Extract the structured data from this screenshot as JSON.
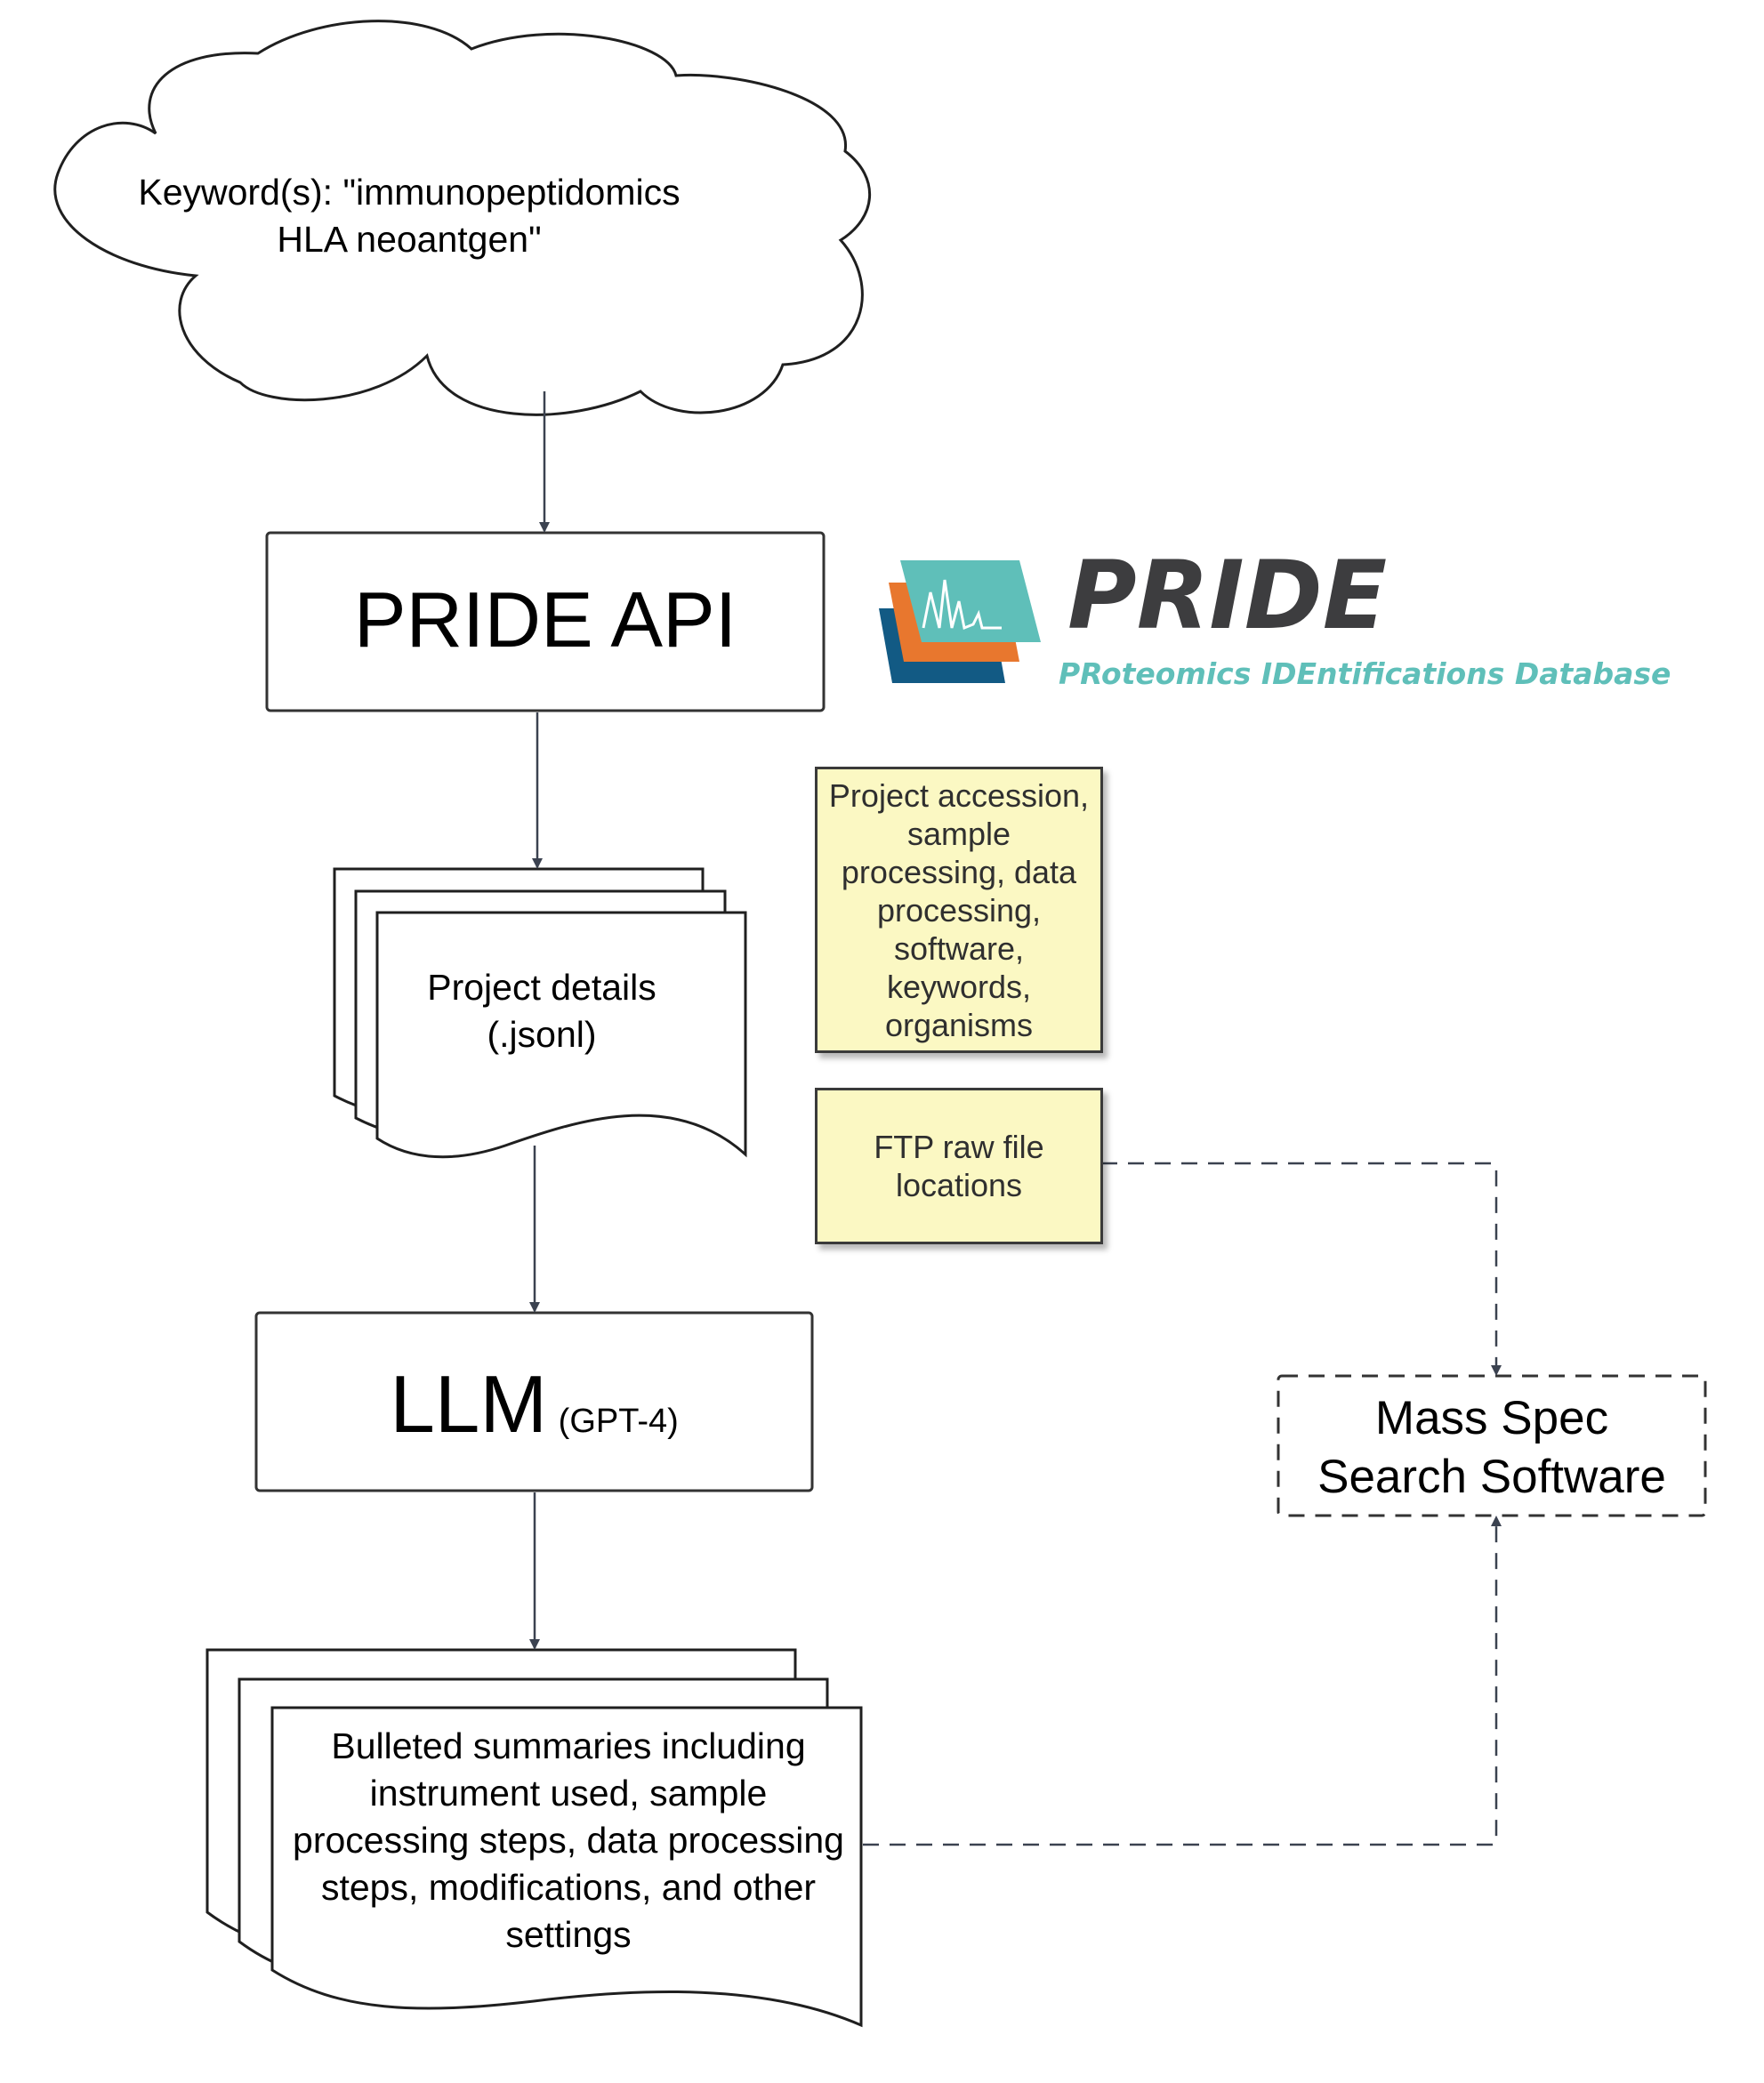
{
  "diagram": {
    "keyword_cloud": {
      "text": "Keyword(s): \"immunopeptidomics HLA neoantgen\""
    },
    "pride_api": {
      "label": "PRIDE API"
    },
    "pride_logo": {
      "name": "PRIDE",
      "tagline": "PRoteomics IDEntifications Database",
      "colors": {
        "teal": "#5fbfb9",
        "orange": "#e8772e",
        "blue": "#125a84",
        "dark": "#3d3d3f"
      }
    },
    "project_details": {
      "line1": "Project details",
      "line2": "(.jsonl)"
    },
    "metadata_note": {
      "text": "Project accession, sample processing, data processing, software, keywords, organisms"
    },
    "ftp_note": {
      "text": "FTP raw file locations"
    },
    "llm": {
      "label": "LLM",
      "model": "(GPT-4)"
    },
    "summaries": {
      "text": "Bulleted summaries including instrument used, sample processing steps, data processing steps, modifications, and other settings"
    },
    "mass_spec": {
      "line1": "Mass Spec",
      "line2": "Search Software"
    },
    "colors": {
      "stroke": "#3a3a3a",
      "note_fill": "#fbf8c3",
      "arrow": "#3b4250"
    }
  }
}
